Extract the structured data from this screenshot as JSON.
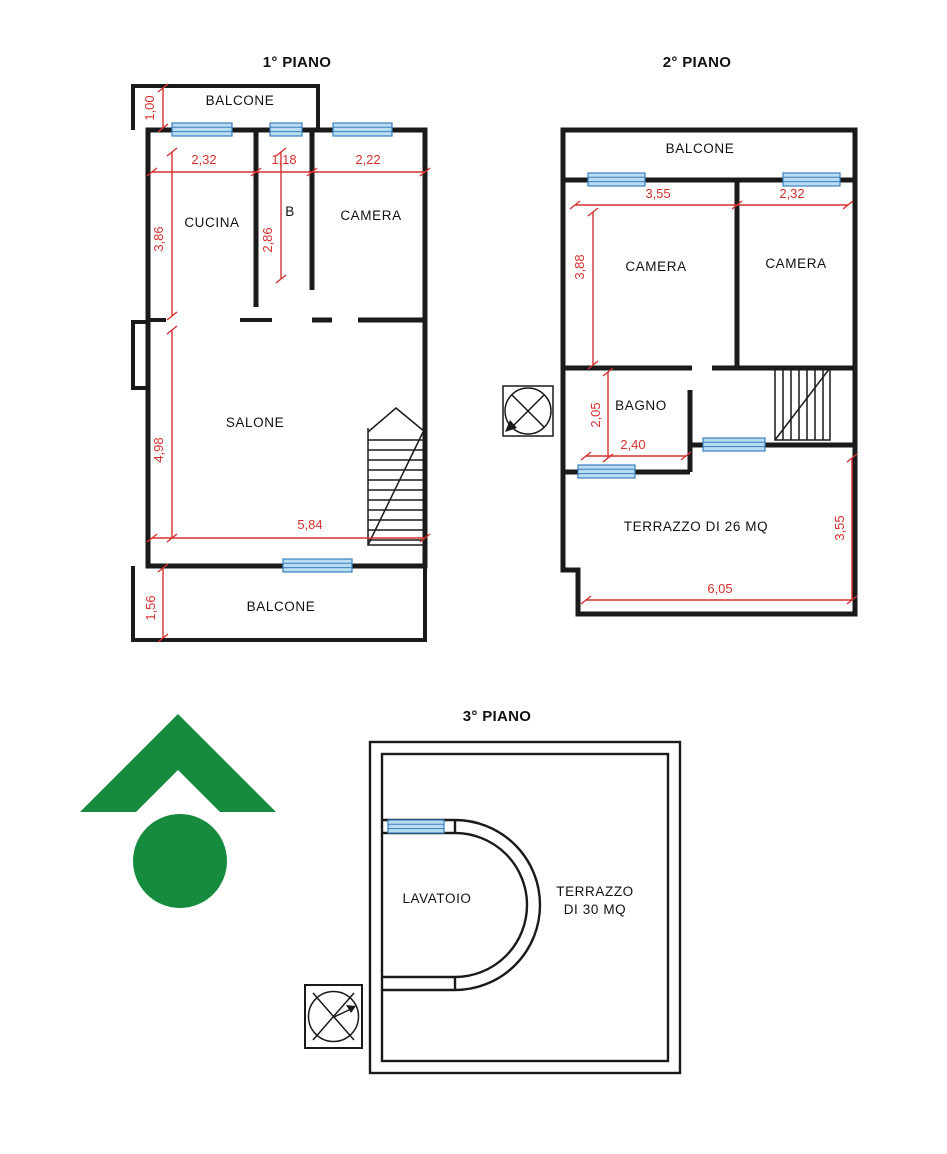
{
  "colors": {
    "wall": "#1a1a1a",
    "dim": "#d63030",
    "label": "#111111",
    "window_fill": "#b8ddf0",
    "window_stroke": "#3a7fc1",
    "logo": "#168a3d"
  },
  "floor1": {
    "title": "1° PIANO",
    "labels": {
      "balcone_top": "BALCONE",
      "cucina": "CUCINA",
      "b": "B",
      "camera": "CAMERA",
      "salone": "SALONE",
      "balcone_bottom": "BALCONE"
    },
    "dims": {
      "balcone_top_depth": "1,00",
      "cucina_width": "2,32",
      "b_width": "1,18",
      "camera_width": "2,22",
      "cucina_height": "3,86",
      "b_height": "2,86",
      "salone_height": "4,98",
      "salone_width": "5,84",
      "balcone_bottom_depth": "1,56"
    }
  },
  "floor2": {
    "title": "2° PIANO",
    "labels": {
      "balcone": "BALCONE",
      "camera_left": "CAMERA",
      "camera_right": "CAMERA",
      "bagno": "BAGNO",
      "terrazzo": "TERRAZZO DI 26 MQ"
    },
    "dims": {
      "camera_left_width": "3,55",
      "camera_right_width": "2,32",
      "camera_height": "3,88",
      "bagno_height": "2,05",
      "bagno_width": "2,40",
      "terrazzo_depth": "3,55",
      "terrazzo_width": "6,05"
    }
  },
  "floor3": {
    "title": "3° PIANO",
    "labels": {
      "lavatoio": "LAVATOIO",
      "terrazzo_line1": "TERRAZZO",
      "terrazzo_line2": "DI 30 MQ"
    }
  }
}
